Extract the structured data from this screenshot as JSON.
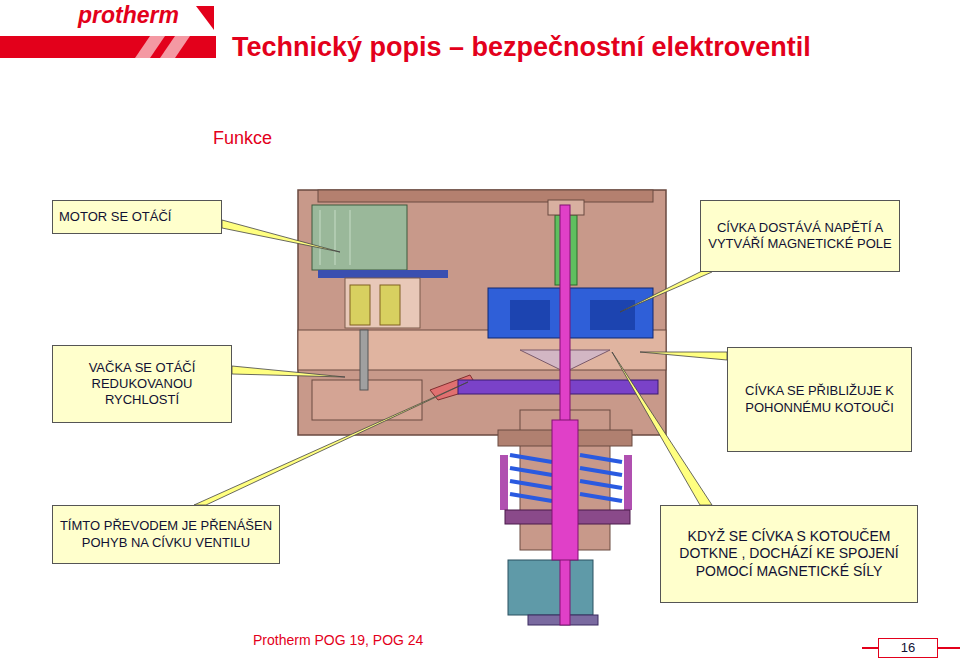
{
  "diagram": {
    "title": "Technický popis – bezpečnostní elektroventil",
    "nodes": [
      {
        "text": [
          "MOTOR SE OTÁČÍ"
        ]
      },
      {
        "text": [
          "CÍVKA DOSTÁVÁ NAPĚTÍ A VYTVÁŘÍ MAGNETICKÉ POLE"
        ]
      },
      {
        "text": [
          "VAČKA SE OTÁČÍ REDUKOVANOU RYCHLOSTÍ"
        ]
      },
      {
        "text": [
          "CÍVKA SE PŘIBLIŽUJE K POHONNÉMU KOTOUČI"
        ]
      },
      {
        "text": [
          "TÍMTO PŘEVODEM JE PŘENÁŠEN POHYB NA CÍVKU VENTILU"
        ]
      },
      {
        "text": [
          "KDYŽ SE CÍVKA S KOTOUČEM DOTKNE , DOCHÁZÍ KE SPOJENÍ POMOCÍ MAGNETICKÉ SÍLY"
        ]
      },
      {
        "text": [
          "16"
        ]
      }
    ],
    "labels": [
      "protherm",
      "Funkce",
      "Protherm POG 19, POG 24"
    ]
  }
}
